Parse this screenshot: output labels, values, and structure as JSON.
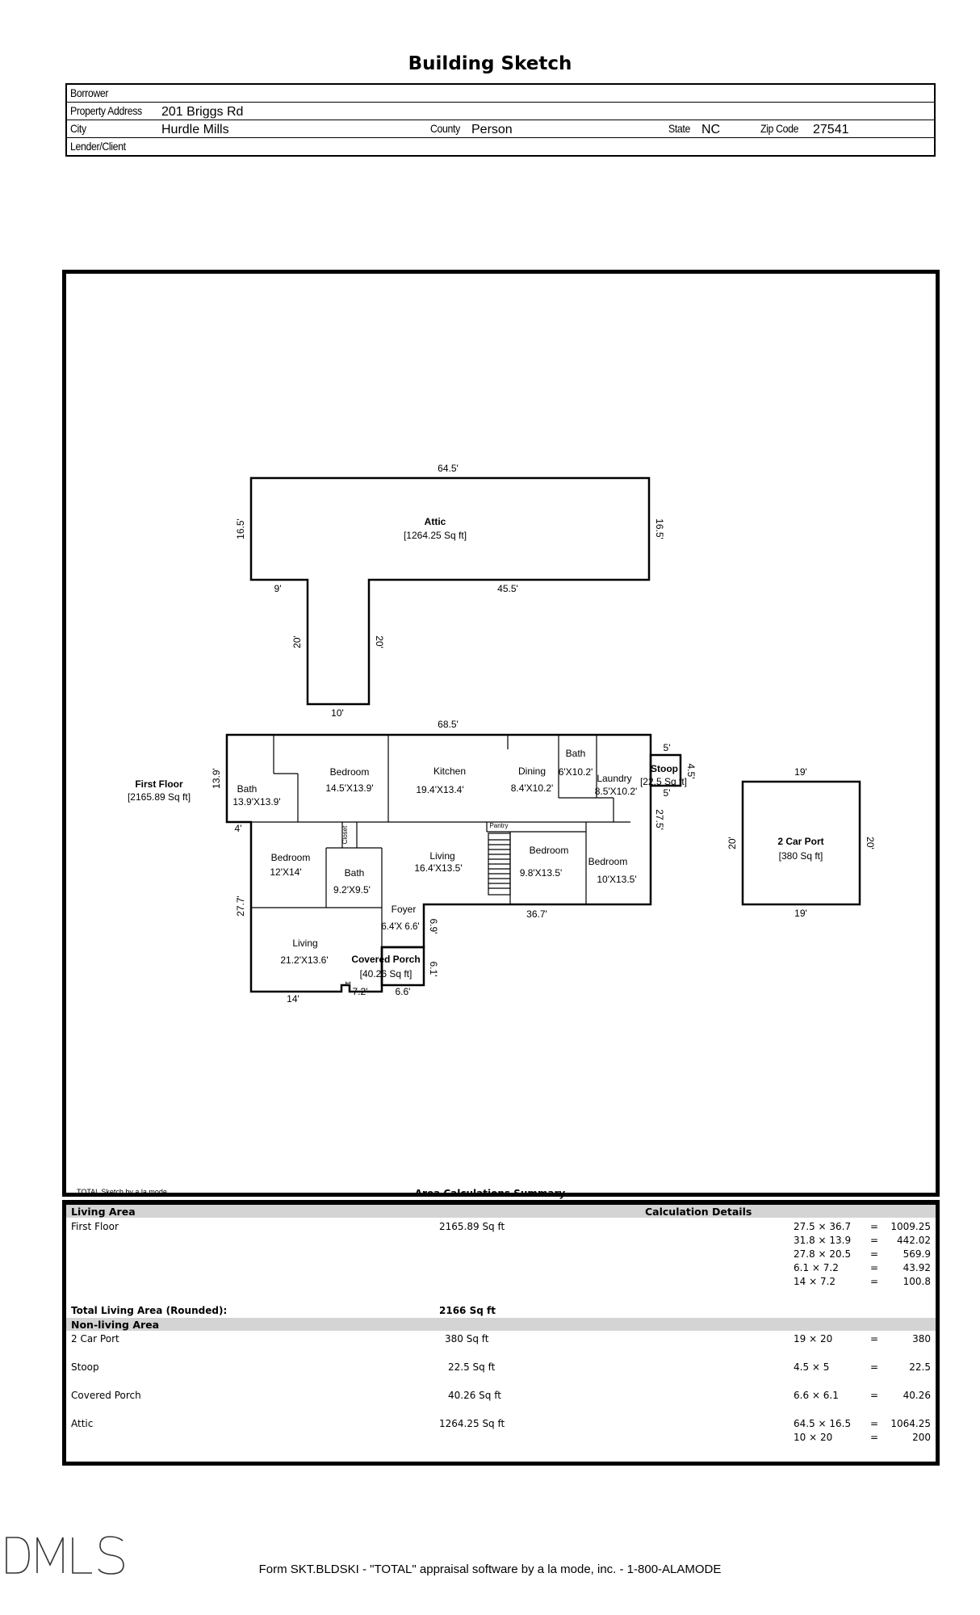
{
  "page_title": "Building Sketch",
  "header": {
    "borrower_label": "Borrower",
    "borrower_value": "",
    "property_address_label": "Property Address",
    "property_address_value": "201 Briggs Rd",
    "city_label": "City",
    "city_value": "Hurdle Mills",
    "county_label": "County",
    "county_value": "Person",
    "state_label": "State",
    "state_value": "NC",
    "zip_label": "Zip Code",
    "zip_value": "27541",
    "lender_label": "Lender/Client",
    "lender_value": ""
  },
  "sketch": {
    "attic": {
      "name": "Attic",
      "area": "[1264.25 Sq ft]",
      "dims": {
        "top": "64.5'",
        "left": "16.5'",
        "right": "16.5'",
        "bottom_left": "9'",
        "bottom_right": "45.5'",
        "stem_left": "20'",
        "stem_right": "20'",
        "stem_bottom": "10'"
      }
    },
    "first_floor": {
      "name": "First Floor",
      "area": "[2165.89 Sq ft]",
      "dims": {
        "top": "68.5'",
        "left_top": "13.9'",
        "step": "4'",
        "left_main": "27.7'",
        "bottom_left": "14'",
        "bottom_mid": "7.2'",
        "notch": "1'",
        "bottom_porch": "6.6'",
        "right_foyer": "6.9'",
        "right_porch": "6.1'",
        "bottom_main": "36.7'",
        "right_main": "27.5'",
        "stoop_top": "5'",
        "stoop_side": "4.5'",
        "stoop_bottom": "5'"
      },
      "rooms": [
        {
          "name": "Bath",
          "size": "13.9'X13.9'"
        },
        {
          "name": "Bedroom",
          "size": "14.5'X13.9'"
        },
        {
          "name": "Kitchen",
          "size": "19.4'X13.4'"
        },
        {
          "name": "Dining",
          "size": "8.4'X10.2'"
        },
        {
          "name": "Bath",
          "size": "6'X10.2'"
        },
        {
          "name": "Laundry",
          "size": "8.5'X10.2'"
        },
        {
          "name": "Bedroom",
          "size": "12'X14'"
        },
        {
          "name": "Bath",
          "size": "9.2'X9.5'"
        },
        {
          "name": "Living",
          "size": "16.4'X13.5'"
        },
        {
          "name": "Bedroom",
          "size": "9.8'X13.5'"
        },
        {
          "name": "Bedroom",
          "size": "10'X13.5'"
        },
        {
          "name": "Living",
          "size": "21.2'X13.6'"
        },
        {
          "name": "Foyer",
          "size": "6.4'X 6.6'"
        }
      ],
      "closet": "Closet",
      "pantry": "Pantry",
      "stoop": {
        "name": "Stoop",
        "area": "[22.5 Sq ft]"
      },
      "covered_porch": {
        "name": "Covered Porch",
        "area": "[40.26 Sq ft]"
      }
    },
    "carport": {
      "name": "2 Car Port",
      "area": "[380 Sq ft]",
      "dims": {
        "top": "19'",
        "bottom": "19'",
        "left": "20'",
        "right": "20'"
      }
    }
  },
  "footer_credit": "TOTAL Sketch by a la mode",
  "summary": {
    "title": "Area Calculations Summary",
    "living_area_label": "Living Area",
    "calc_details_label": "Calculation Details",
    "first_floor_label": "First Floor",
    "first_floor_value": "2165.89 Sq ft",
    "first_floor_calcs": [
      {
        "expr": "27.5 × 36.7",
        "eq": "=",
        "result": "1009.25"
      },
      {
        "expr": "31.8 × 13.9",
        "eq": "=",
        "result": "442.02"
      },
      {
        "expr": "27.8 × 20.5",
        "eq": "=",
        "result": "569.9"
      },
      {
        "expr": "6.1 × 7.2",
        "eq": "=",
        "result": "43.92"
      },
      {
        "expr": "14 × 7.2",
        "eq": "=",
        "result": "100.8"
      }
    ],
    "total_living_label": "Total Living Area (Rounded):",
    "total_living_value": "2166 Sq ft",
    "non_living_label": "Non-living Area",
    "non_living": [
      {
        "label": "2 Car Port",
        "value": "380 Sq ft",
        "calcs": [
          {
            "expr": "19 × 20",
            "eq": "=",
            "result": "380"
          }
        ]
      },
      {
        "label": "Stoop",
        "value": "22.5 Sq ft",
        "calcs": [
          {
            "expr": "4.5 × 5",
            "eq": "=",
            "result": "22.5"
          }
        ]
      },
      {
        "label": "Covered Porch",
        "value": "40.26 Sq ft",
        "calcs": [
          {
            "expr": "6.6 × 6.1",
            "eq": "=",
            "result": "40.26"
          }
        ]
      },
      {
        "label": "Attic",
        "value": "1264.25 Sq ft",
        "calcs": [
          {
            "expr": "64.5 × 16.5",
            "eq": "=",
            "result": "1064.25"
          },
          {
            "expr": "10 × 20",
            "eq": "=",
            "result": "200"
          }
        ]
      }
    ]
  },
  "form_footer": "Form SKT.BLDSKI - \"TOTAL\" appraisal software by a la mode, inc. - 1-800-ALAMODE"
}
